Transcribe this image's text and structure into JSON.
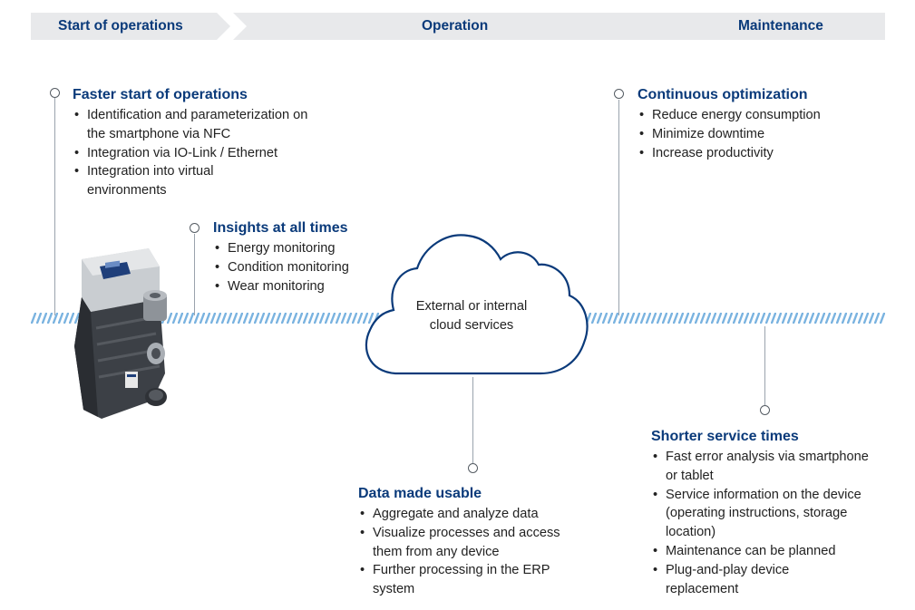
{
  "phases": [
    {
      "label": "Start of operations"
    },
    {
      "label": "Operation"
    },
    {
      "label": "Maintenance"
    }
  ],
  "cloud": {
    "line1": "External or internal",
    "line2": "cloud services"
  },
  "blocks": {
    "faster_start": {
      "title": "Faster start of operations",
      "items": [
        "Identification and parameterization on the smartphone via NFC",
        "Integration via IO-Link / Ethernet",
        "Integration into virtual environments"
      ]
    },
    "insights": {
      "title": "Insights at all times",
      "items": [
        "Energy monitoring",
        "Condition monitoring",
        "Wear monitoring"
      ]
    },
    "continuous": {
      "title": "Continuous optimization",
      "items": [
        "Reduce energy consumption",
        "Minimize downtime",
        "Increase productivity"
      ]
    },
    "data_usable": {
      "title": "Data made usable",
      "items": [
        "Aggregate and analyze data",
        "Visualize processes and access them from any device",
        "Further processing in the ERP system"
      ]
    },
    "shorter_service": {
      "title": "Shorter service times",
      "items": [
        "Fast error analysis via smartphone or tablet",
        "Service information on the device (operating instructions, storage location)",
        "Maintenance can be planned",
        "Plug-and-play device replacement"
      ]
    }
  },
  "colors": {
    "title_blue": "#0a3a7a",
    "wave_blue": "#7ab3e0",
    "phase_grey": "#e8e9eb"
  }
}
